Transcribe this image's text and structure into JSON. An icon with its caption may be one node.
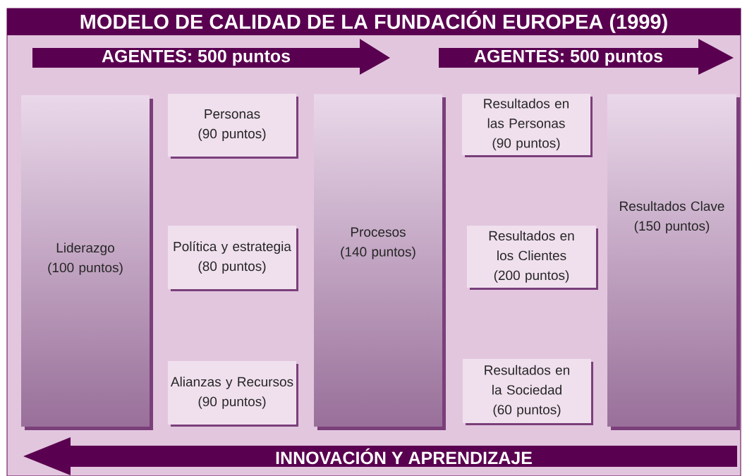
{
  "diagram": {
    "title": "MODELO DE CALIDAD DE LA FUNDACIÓN EUROPEA (1999)",
    "nodes": [
      {
        "text": [
          "AGENTES: 500 puntos"
        ]
      },
      {
        "text": [
          "AGENTES: 500 puntos"
        ]
      },
      {
        "text": [
          "Liderazgo (100 puntos)"
        ]
      },
      {
        "text": [
          "Personas (90 puntos)"
        ]
      },
      {
        "text": [
          "Política y estrategia (80 puntos)"
        ]
      },
      {
        "text": [
          "Alianzas y Recursos (90 puntos)"
        ]
      },
      {
        "text": [
          "Procesos (140 puntos)"
        ]
      },
      {
        "text": [
          "Resultados en las Personas (90 puntos)"
        ]
      },
      {
        "text": [
          "Resultados en los Clientes (200 puntos)"
        ]
      },
      {
        "text": [
          "Resultados en la Sociedad (60 puntos)"
        ]
      },
      {
        "text": [
          "Resultados Clave (150 puntos)"
        ]
      },
      {
        "text": [
          "INNOVACIÓN Y APRENDIZAJE"
        ]
      }
    ],
    "edges": []
  }
}
